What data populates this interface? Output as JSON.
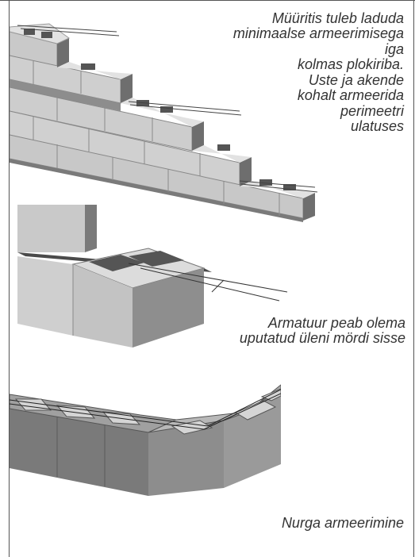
{
  "panels": [
    {
      "caption_lines": [
        "Müüritis tuleb laduda",
        "minimaalse armeerimisega iga",
        "kolmas plokiriba.",
        "Uste ja akende",
        "kohalt armeerida",
        "perimeetri",
        "ulatuses"
      ]
    },
    {
      "caption_lines": [
        "Armatuur peab olema",
        "uputatud üleni mördi sisse"
      ]
    },
    {
      "caption_lines": [
        "Nurga armeerimine"
      ]
    }
  ],
  "colors": {
    "block_light": "#d8d8d8",
    "block_mid": "#b5b5b5",
    "block_dark": "#6e6e6e",
    "block_darker": "#4a4a4a",
    "frame": "#555555",
    "caption_text": "#333333"
  }
}
